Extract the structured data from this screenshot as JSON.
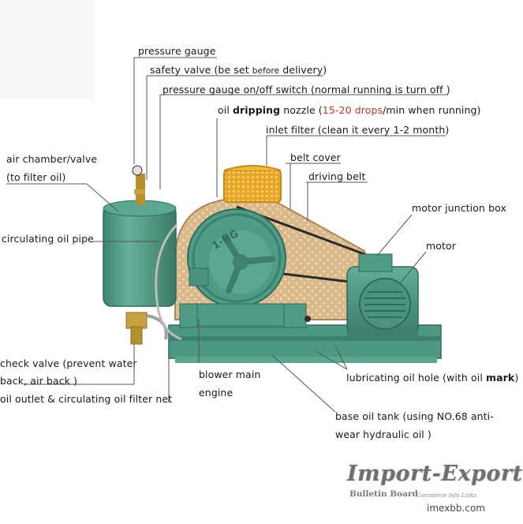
{
  "labels": {
    "pressure_gauge": "pressure gauge",
    "safety_valve": {
      "pre": "safety valve (be set ",
      "before": "before",
      "post": " delivery)"
    },
    "switch": "pressure gauge on/off switch (normal running is turn off )",
    "nozzle": {
      "pre": "oil ",
      "bold": "dripping",
      "mid": " nozzle (",
      "red": "15-20 drops",
      "post": "/min when running)"
    },
    "inlet_filter": "inlet filter (clean it every 1-2 month)",
    "belt_cover": "belt cover",
    "driving_belt": "driving belt",
    "air_chamber_1": "air chamber/valve",
    "air_chamber_2": "(to filter oil)",
    "motor_junction": "motor junction box",
    "motor": "motor",
    "circulating_pipe": "circulating oil pipe",
    "check_valve_1": "check valve (prevent water",
    "check_valve_2": "back, air back )",
    "oil_outlet": "oil outlet & circulating oil filter net",
    "blower_1": "blower main",
    "blower_2": "engine",
    "lube_hole": {
      "pre": "lubricating oil hole (with oil ",
      "bold": "mark",
      "post": ")"
    },
    "base_tank_1": "base oil tank (using NO.68 anti-",
    "base_tank_2": "wear hydraulic oil )"
  },
  "nameplate": "1·HG",
  "watermark": {
    "title": "Import-Export",
    "sub": "Bulletin Board",
    "small": "Commerce Info Links",
    "site": "imexbb.com"
  },
  "colors": {
    "machine_green": "#4f9c86",
    "cover_tan": "#d9b98a",
    "filter_yellow": "#f0b632",
    "leader_line": "#555555",
    "highlight_red": "#c0392b"
  }
}
